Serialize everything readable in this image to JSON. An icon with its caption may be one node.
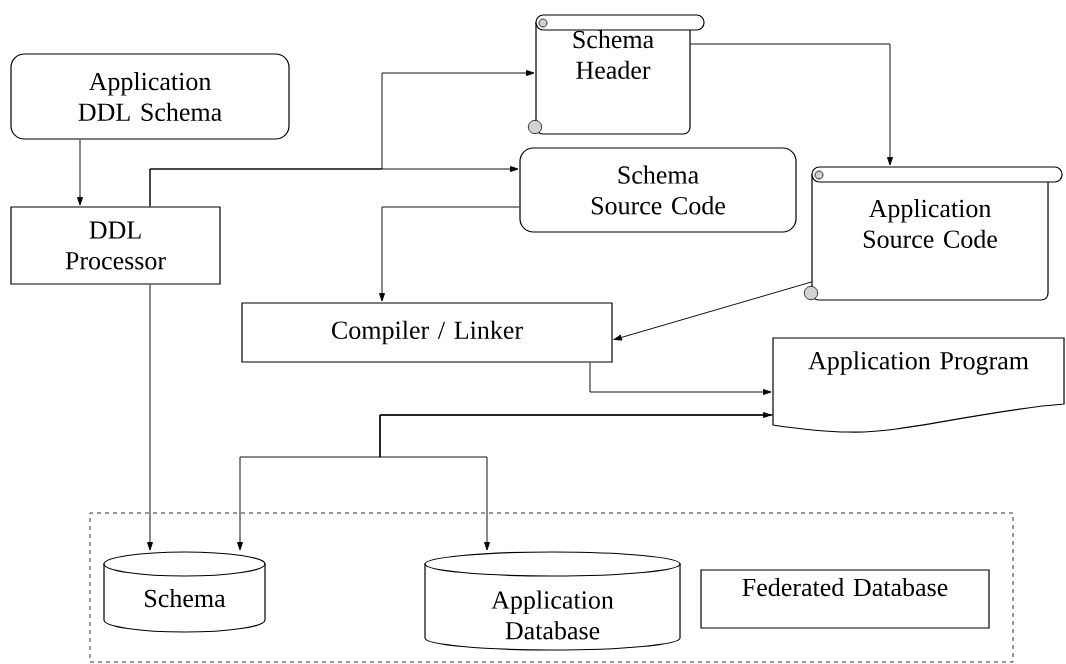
{
  "diagram": {
    "nodes": [
      {
        "text": [
          "Application DDL Schema"
        ]
      },
      {
        "text": [
          "DDL Processor"
        ]
      },
      {
        "text": [
          "Schema Header"
        ]
      },
      {
        "text": [
          "Schema Source Code"
        ]
      },
      {
        "text": [
          "Application Source Code"
        ]
      },
      {
        "text": [
          "Compiler / Linker"
        ]
      },
      {
        "text": [
          "Application Program"
        ]
      },
      {
        "text": [],
        "shape": "box"
      },
      {
        "text": [
          "Schema"
        ],
        "in": 7
      },
      {
        "text": [
          "Application Database"
        ],
        "in": 7
      },
      {
        "text": [
          "Federated Database"
        ],
        "in": 7
      }
    ],
    "edges": [
      {
        "from": 0,
        "to": 1,
        "arrow": "to"
      },
      {
        "from": 1,
        "to": 3,
        "arrow": "to"
      },
      {
        "from": 1,
        "to": 2,
        "arrow": "to"
      },
      {
        "from": 2,
        "to": 4,
        "arrow": "to"
      },
      {
        "from": 3,
        "to": 5,
        "arrow": "to"
      },
      {
        "from": 4,
        "to": 5,
        "arrow": "to"
      },
      {
        "from": 5,
        "to": 6,
        "arrow": "to"
      },
      {
        "from": 6,
        "to": 8,
        "arrow": "both"
      },
      {
        "from": 6,
        "to": 9,
        "arrow": "both"
      },
      {
        "from": 1,
        "to": 8,
        "arrow": "to"
      }
    ]
  }
}
